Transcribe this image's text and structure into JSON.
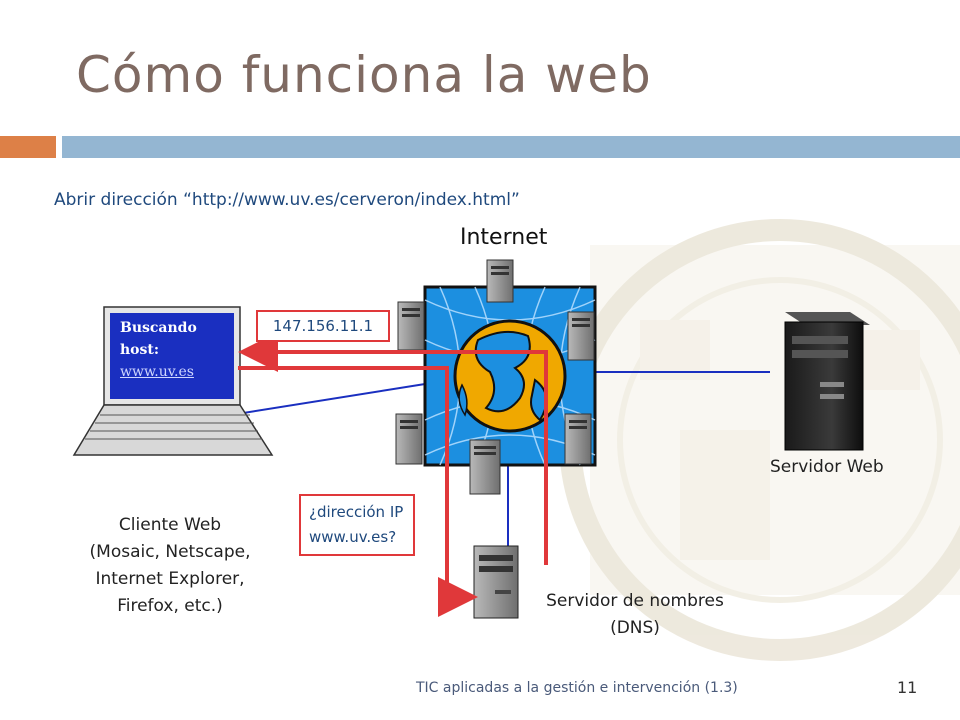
{
  "slide": {
    "title": "Cómo funciona la web",
    "subtitle": "Abrir dirección “http://www.uv.es/cerveron/index.html”",
    "footer": "TIC aplicadas a la gestión e intervención (1.3)",
    "page_number": "11"
  },
  "diagram": {
    "internet_label": "Internet",
    "client_screen": {
      "line1": "Buscando",
      "line2": "host:",
      "url": "www.uv.es"
    },
    "ip_reply": "147.156.11.1",
    "dns_query": {
      "line1": "¿dirección IP",
      "line2": "www.uv.es?"
    },
    "client_label": [
      "Cliente Web",
      "(Mosaic, Netscape,",
      "Internet Explorer,",
      "Firefox, etc.)"
    ],
    "web_server_label": "Servidor Web",
    "dns_label": [
      "Servidor de nombres",
      "(DNS)"
    ],
    "colors": {
      "title": "#7f6a62",
      "accent_orange": "#dd8047",
      "accent_blue": "#94b6d2",
      "link_blue": "#1f497d",
      "arrow_red": "#e0383a",
      "screen_blue": "#1a2fc0",
      "line_blue": "#1a2fc0"
    }
  }
}
